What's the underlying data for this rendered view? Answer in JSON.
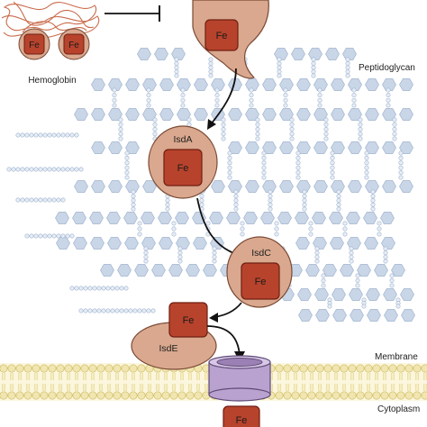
{
  "labels": {
    "hemoglobin": "Hemoglobin",
    "peptidoglycan": "Peptidoglycan",
    "isda": "IsdA",
    "isdc": "IsdC",
    "isde": "IsdE",
    "membrane": "Membrane",
    "cytoplasm": "Cytoplasm"
  },
  "iron_symbol": "Fe",
  "colors": {
    "fe_box": "#b8432c",
    "fe_box_border": "#6e1f12",
    "protein_fill": "#d9a88e",
    "protein_border": "#7a4a35",
    "peptidoglycan_hex": "#c9d6e8",
    "peptidoglycan_stroke": "#9fb2cc",
    "membrane_head": "#f1e6b0",
    "membrane_tail": "#e7d88a",
    "transporter": "#b9a2cf",
    "transporter_border": "#5e4a75",
    "hemoglobin_strand": "#c96a4a"
  }
}
